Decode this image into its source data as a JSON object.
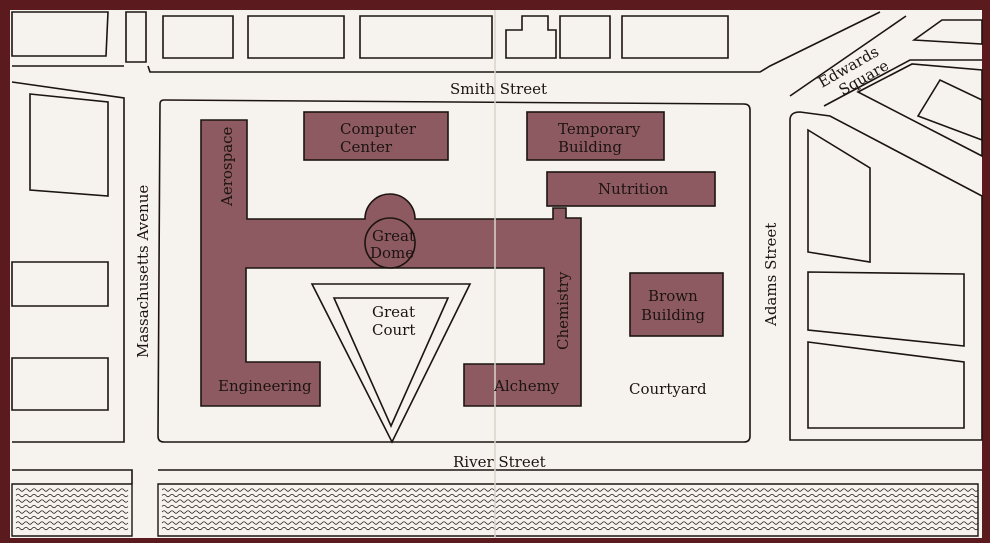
{
  "streets": {
    "smith": "Smith Street",
    "massachusetts": "Massachusetts Avenue",
    "river": "River Street",
    "adams": "Adams Street",
    "edwards_line1": "Edwards",
    "edwards_line2": "Square"
  },
  "buildings": {
    "aerospace": "Aerospace",
    "computer_center_line1": "Computer",
    "computer_center_line2": "Center",
    "temporary_line1": "Temporary",
    "temporary_line2": "Building",
    "nutrition": "Nutrition",
    "great_dome_line1": "Great",
    "great_dome_line2": "Dome",
    "chemistry": "Chemistry",
    "brown_line1": "Brown",
    "brown_line2": "Building",
    "engineering": "Engineering",
    "alchemy": "Alchemy"
  },
  "areas": {
    "great_court_line1": "Great",
    "great_court_line2": "Court",
    "courtyard": "Courtyard"
  },
  "colors": {
    "frame": "#5a1a1e",
    "paper": "#f6f3ee",
    "building": "#8e5a61",
    "ink": "#1c1410"
  }
}
